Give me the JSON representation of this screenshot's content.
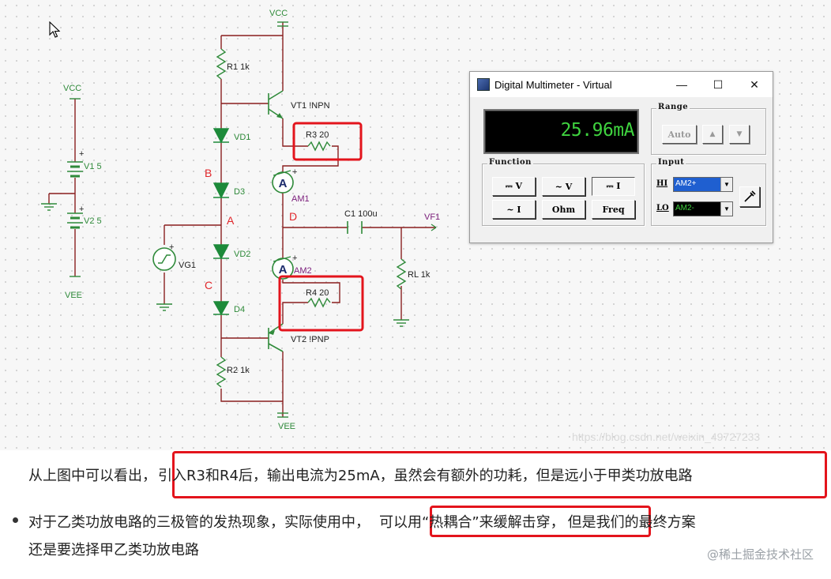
{
  "schematic": {
    "labels": {
      "vcc_left": "VCC",
      "v1": "V1 5",
      "v2": "V2 5",
      "vee_left": "VEE",
      "vcc_top": "VCC",
      "r1": "R1 1k",
      "vt1": "VT1 !NPN",
      "vd1": "VD1",
      "node_b": "B",
      "d3": "D3",
      "node_a": "A",
      "vd2": "VD2",
      "node_c": "C",
      "d4": "D4",
      "r2": "R2 1k",
      "vee_bottom": "VEE",
      "r3": "R3 20",
      "am1": "AM1",
      "node_d": "D",
      "c1": "C1 100u",
      "vf1": "VF1",
      "am2": "AM2",
      "r4": "R4 20",
      "vt2": "VT2 !PNP",
      "rl": "RL 1k",
      "vg1": "VG1",
      "ammeter_symbol": "A",
      "plus": "+",
      "watermark": "https://blog.csdn.net/weixin_49727233"
    }
  },
  "multimeter": {
    "title": "Digital Multimeter - Virtual",
    "window_buttons": {
      "minimize": "—",
      "maximize": "☐",
      "close": "✕"
    },
    "reading": "25.96mA",
    "range": {
      "label": "Range",
      "auto": "Auto",
      "up": "▲",
      "down": "▼"
    },
    "function": {
      "label": "Function",
      "dcv": "⎓ V",
      "acv": "~ V",
      "dci": "⎓ I",
      "aci": "~ I",
      "ohm": "Ohm",
      "freq": "Freq"
    },
    "input": {
      "label": "Input",
      "hi_label": "HI",
      "hi_value": "AM2+",
      "lo_label": "LO",
      "lo_value": "AM2-"
    }
  },
  "text": {
    "line1_prefix": "从上图中可以看出，",
    "line1_highlight": "引入R3和R4后，输出电流为25mA，虽然会有额外的功耗，但是远小于甲类功放电路",
    "bullet_line1_prefix": "对于乙类功放电路的三极管的发热现象，实际使用中，",
    "bullet_line1_highlight": "可以用“热耦合”来缓解击穿，",
    "bullet_line1_suffix": "但是我们的最终方案",
    "bullet_line2": "还是要选择甲乙类功放电路"
  },
  "footer": "@稀土掘金技术社区",
  "colors": {
    "highlight_box": "#e3141c",
    "wire": "#8a1f1f",
    "component": "#2f8a3a",
    "diode": "#1d8a3a",
    "node_label": "#e0262a",
    "display_text": "#3fd23f"
  }
}
